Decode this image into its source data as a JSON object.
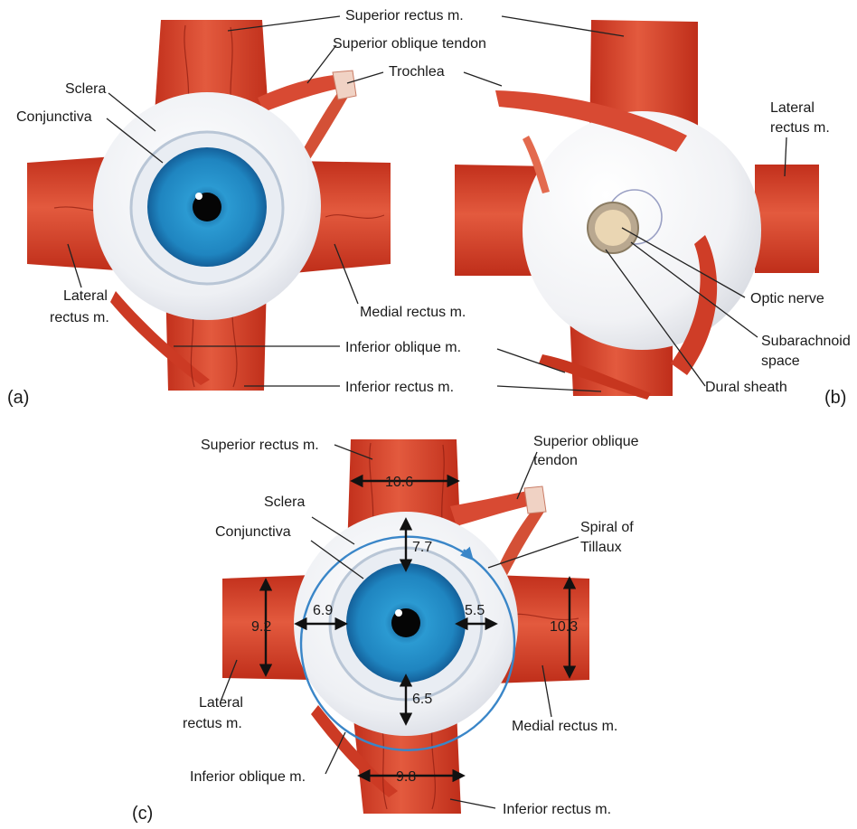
{
  "panels": {
    "a": "(a)",
    "b": "(b)",
    "c": "(c)"
  },
  "labels_a": {
    "superior_rectus": "Superior rectus m.",
    "superior_oblique_tendon": "Superior oblique tendon",
    "trochlea": "Trochlea",
    "sclera": "Sclera",
    "conjunctiva": "Conjunctiva",
    "lateral_rectus_1": "Lateral",
    "lateral_rectus_2": "rectus m.",
    "medial_rectus": "Medial rectus m.",
    "inferior_oblique": "Inferior oblique m.",
    "inferior_rectus": "Inferior rectus m."
  },
  "labels_b": {
    "lateral_rectus_1": "Lateral",
    "lateral_rectus_2": "rectus m.",
    "optic_nerve": "Optic nerve",
    "subarachnoid_1": "Subarachnoid",
    "subarachnoid_2": "space",
    "dural_sheath": "Dural sheath"
  },
  "labels_c": {
    "superior_rectus": "Superior rectus m.",
    "superior_oblique_1": "Superior oblique",
    "superior_oblique_2": "tendon",
    "sclera": "Sclera",
    "conjunctiva": "Conjunctiva",
    "spiral_1": "Spiral of",
    "spiral_2": "Tillaux",
    "lateral_rectus_1": "Lateral",
    "lateral_rectus_2": "rectus m.",
    "medial_rectus": "Medial rectus m.",
    "inferior_oblique": "Inferior oblique m.",
    "inferior_rectus": "Inferior rectus m."
  },
  "measurements_c": {
    "superior_rectus_width": "10.6",
    "superior_distance": "7.7",
    "medial_distance": "5.5",
    "lateral_distance": "6.9",
    "lateral_rectus_width": "9.2",
    "medial_rectus_width": "10.3",
    "inferior_distance": "6.5",
    "inferior_rectus_width": "9.8"
  },
  "colors": {
    "muscle": "#d8422b",
    "muscle_dark": "#b52a18",
    "sclera": "#f2f4f7",
    "iris": "#2a8fc6",
    "spiral": "#3a86c8"
  }
}
